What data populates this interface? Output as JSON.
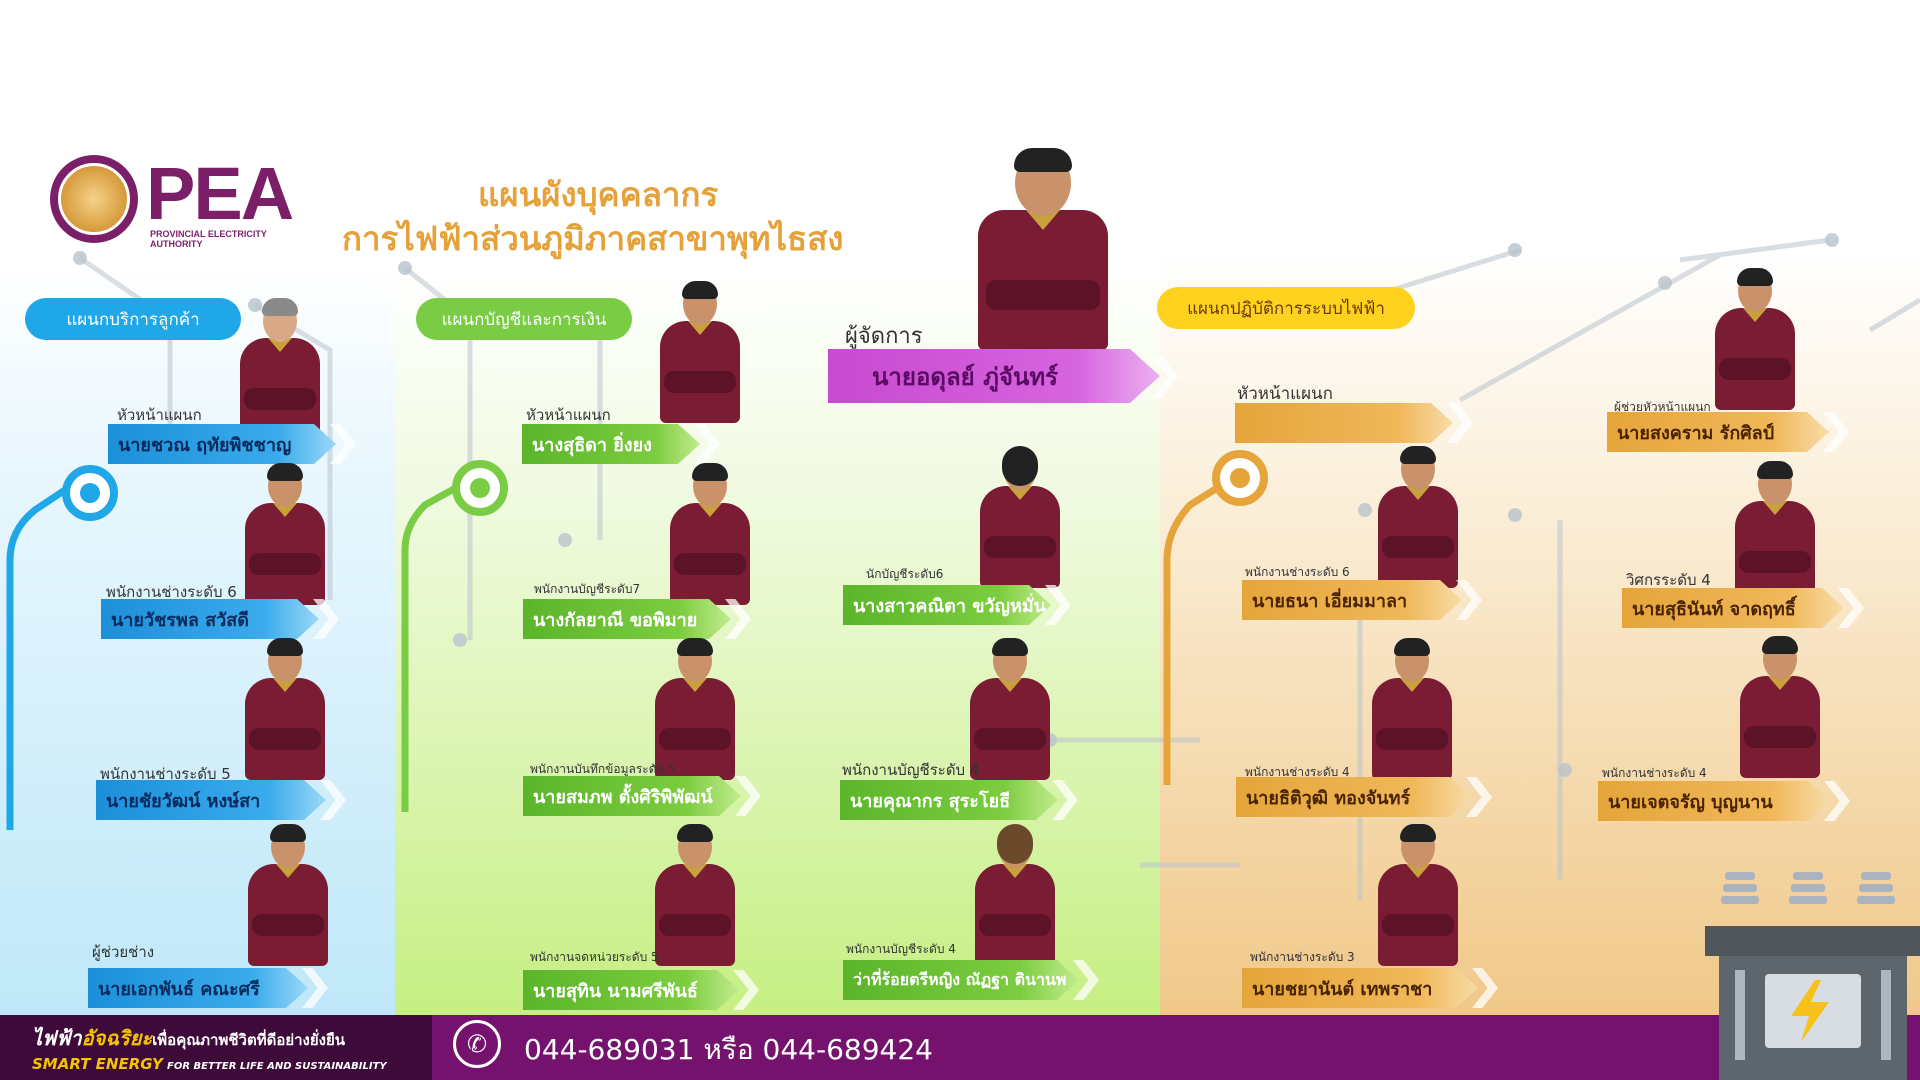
{
  "logo": {
    "text": "PEA",
    "subtitle": "PROVINCIAL ELECTRICITY AUTHORITY"
  },
  "title": {
    "line1": "แผนผังบุคคลากร",
    "line2": "การไฟฟ้าส่วนภูมิภาคสาขาพุทไธสง"
  },
  "manager": {
    "role": "ผู้จัดการ",
    "name": "นายอดุลย์  ภู่จันทร์"
  },
  "departments": {
    "customer": {
      "label": "แผนกบริการลูกค้า",
      "color": "#1fa7e8"
    },
    "accounting": {
      "label": "แผนกบัญชีและการเงิน",
      "color": "#79cc44"
    },
    "operations": {
      "label": "แผนกปฏิบัติการระบบไฟฟ้า",
      "color": "#ffd21f"
    }
  },
  "customer_staff": [
    {
      "role": "หัวหน้าแผนก",
      "name": "นายชวณ  ฤทัยพิชชาญ"
    },
    {
      "role": "พนักงานช่างระดับ 6",
      "name": "นายวัชรพล  สวัสดี"
    },
    {
      "role": "พนักงานช่างระดับ 5",
      "name": "นายชัยวัฒน์  หงษ์สา"
    },
    {
      "role": "ผู้ช่วยช่าง",
      "name": "นายเอกพันธ์  คณะศรี"
    }
  ],
  "accounting_staff": [
    {
      "role": "หัวหน้าแผนก",
      "name": "นางสุธิดา  ยิ่งยง"
    },
    {
      "role": "พนักงานบัญชีระดับ7",
      "name": "นางกัลยาณี  ขอพิมาย"
    },
    {
      "role": "พนักงานบันทึกข้อมูลระดับ 5",
      "name": "นายสมภพ  ตั้งศิริพิพัฒน์"
    },
    {
      "role": "พนักงานจดหน่วยระดับ 5",
      "name": "นายสุทิน  นามศรีพันธ์"
    }
  ],
  "accounting_staff_2": [
    {
      "role": "นักบัญชีระดับ6",
      "name": "นางสาวคณิตา  ขวัญหมั่น"
    },
    {
      "role": "พนักงานบัญชีระดับ 4",
      "name": "นายคุณากร  สุระโยธี"
    },
    {
      "role": "พนักงานบัญชีระดับ 4",
      "name": "ว่าที่ร้อยตรีหญิง ณัฏฐา ตินานพ"
    }
  ],
  "operations_staff": [
    {
      "role": "หัวหน้าแผนก",
      "name": ""
    },
    {
      "role": "พนักงานช่างระดับ 6",
      "name": "นายธนา  เอี่ยมมาลา"
    },
    {
      "role": "พนักงานช่างระดับ 4",
      "name": "นายธิติวุฒิ  ทองจันทร์"
    },
    {
      "role": "พนักงานช่างระดับ 3",
      "name": "นายชยานันต์  เทพราชา"
    }
  ],
  "operations_staff_2": [
    {
      "role": "ผู้ช่วยหัวหน้าแผนก",
      "name": "นายสงคราม  รักศิลป์"
    },
    {
      "role": "วิศกรระดับ 4",
      "name": "นายสุธินันท์  จาดฤทธิ์"
    },
    {
      "role": "พนักงานช่างระดับ 4",
      "name": "นายเจตจรัญ  บุญนาน"
    }
  ],
  "footer": {
    "slogan_th_a": "ไฟฟ้า",
    "slogan_th_b": "อัจฉริยะ",
    "slogan_th_c": "เพื่อคุณภาพชีวิตที่ดีอย่างยั่งยืน",
    "slogan_en_a": "SMART ENERGY",
    "slogan_en_b": "FOR BETTER LIFE AND SUSTAINABILITY",
    "phone": "044-689031 หรือ 044-689424"
  }
}
